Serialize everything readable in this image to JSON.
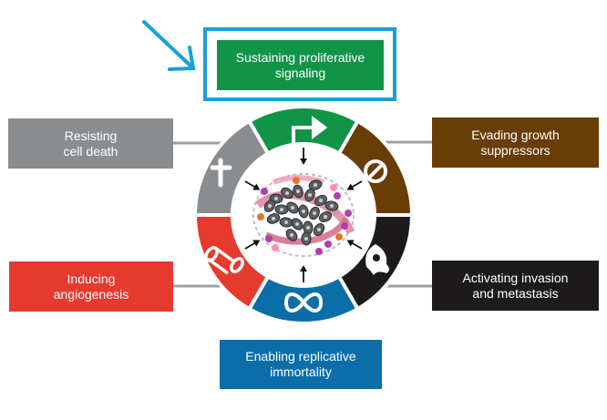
{
  "colors": {
    "proliferative": "#119447",
    "resisting_death": "#8a8d8f",
    "evading_growth": "#6a3d07",
    "angiogenesis": "#e63a2f",
    "invasion": "#1c1a1a",
    "immortality": "#0b6ea9",
    "highlight": "#1aa0d8",
    "connector": "#9aa0a3"
  },
  "hallmarks": {
    "proliferative": {
      "line1": "Sustaining proliferative",
      "line2": "signaling",
      "icon": "signal-arrow-icon"
    },
    "resisting_death": {
      "line1": "Resisting",
      "line2": "cell death",
      "icon": "cross-icon"
    },
    "evading_growth": {
      "line1": "Evading growth",
      "line2": "suppressors",
      "icon": "prohibited-icon"
    },
    "angiogenesis": {
      "line1": "Inducing",
      "line2": "angiogenesis",
      "icon": "blood-vessel-icon"
    },
    "invasion": {
      "line1": "Activating invasion",
      "line2": "and metastasis",
      "icon": "migrating-cell-icon"
    },
    "immortality": {
      "line1": "Enabling replicative",
      "line2": "immortality",
      "icon": "infinity-icon"
    }
  },
  "center": {
    "icon": "tumor-cells-icon"
  },
  "annotation": {
    "icon": "pointer-arrow-icon"
  }
}
